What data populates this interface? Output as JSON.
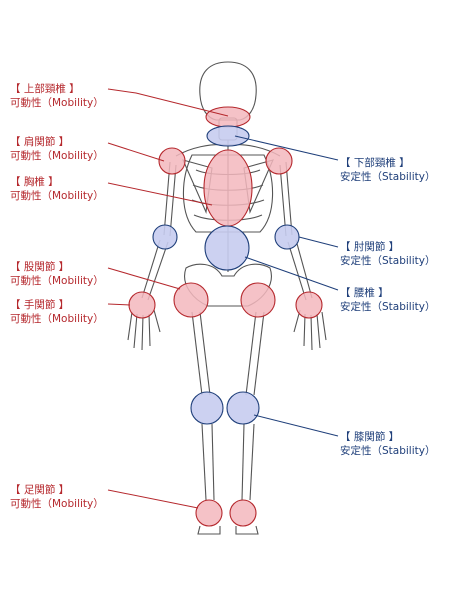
{
  "colors": {
    "mobility": "#b5282d",
    "mobility_fill": "#f3b7bd",
    "stability": "#1f3f7a",
    "stability_fill": "#c7ccf0",
    "bone_line": "#555555"
  },
  "labels": {
    "upper_cervical": {
      "title": "【 上部頸椎 】",
      "sub": "可動性（Mobility）"
    },
    "shoulder": {
      "title": "【 肩関節 】",
      "sub": "可動性（Mobility）"
    },
    "thoracic": {
      "title": "【 胸椎 】",
      "sub": "可動性（Mobility）"
    },
    "hip": {
      "title": "【 股関節 】",
      "sub": "可動性（Mobility）"
    },
    "wrist": {
      "title": "【 手関節 】",
      "sub": "可動性（Mobility）"
    },
    "ankle": {
      "title": "【 足関節 】",
      "sub": "可動性（Mobility）"
    },
    "lower_cervical": {
      "title": "【 下部頸椎 】",
      "sub": "安定性（Stability）"
    },
    "elbow": {
      "title": "【 肘関節 】",
      "sub": "安定性（Stability）"
    },
    "lumbar": {
      "title": "【 腰椎 】",
      "sub": "安定性（Stability）"
    },
    "knee": {
      "title": "【 膝関節 】",
      "sub": "安定性（Stability）"
    }
  }
}
